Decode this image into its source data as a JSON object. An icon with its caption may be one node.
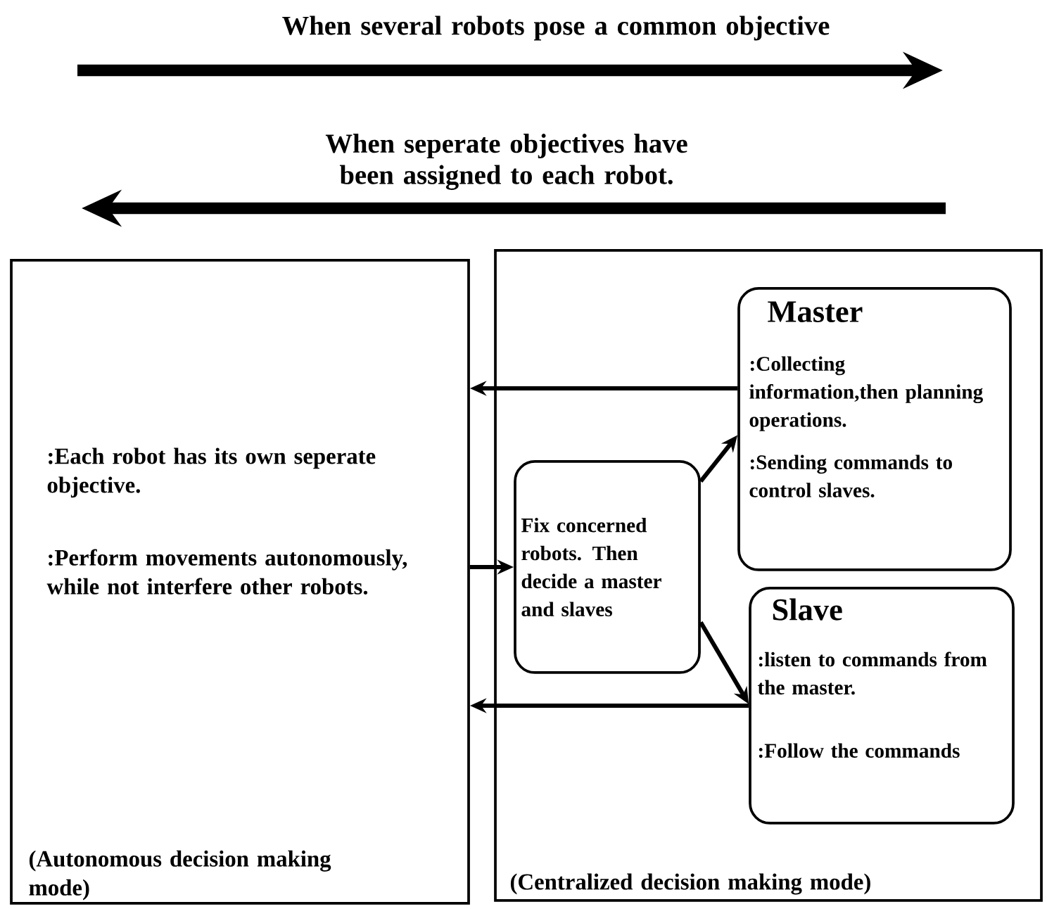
{
  "diagram": {
    "nodes": [
      {
        "text": [
          ":Each robot has its own seperate objective.",
          ":Perform movements autonomously, while not interfere other robots.",
          "(Autonomous decision making mode)"
        ]
      },
      {
        "text": [
          "(Centralized decision making mode)"
        ]
      },
      {
        "text": [
          "Fix concerned robots. Then decide a master and slaves"
        ],
        "in": 1
      },
      {
        "text": [
          "Master",
          ":Collecting information,then planning operations.",
          ":Sending commands to control slaves."
        ],
        "in": 1
      },
      {
        "text": [
          "Slave",
          ":listen to commands from the master.",
          ":Follow the commands"
        ],
        "in": 1
      }
    ],
    "edges": [
      {
        "from": 3,
        "to": 0,
        "arrow": "to"
      },
      {
        "from": 0,
        "to": 2,
        "arrow": "to"
      },
      {
        "from": 2,
        "to": 3,
        "arrow": "to"
      },
      {
        "from": 2,
        "to": 4,
        "arrow": "to"
      },
      {
        "from": 4,
        "to": 0,
        "arrow": "to"
      }
    ],
    "labels": [
      "When several robots pose a common objective",
      "When seperate objectives have been assigned to each robot."
    ]
  }
}
